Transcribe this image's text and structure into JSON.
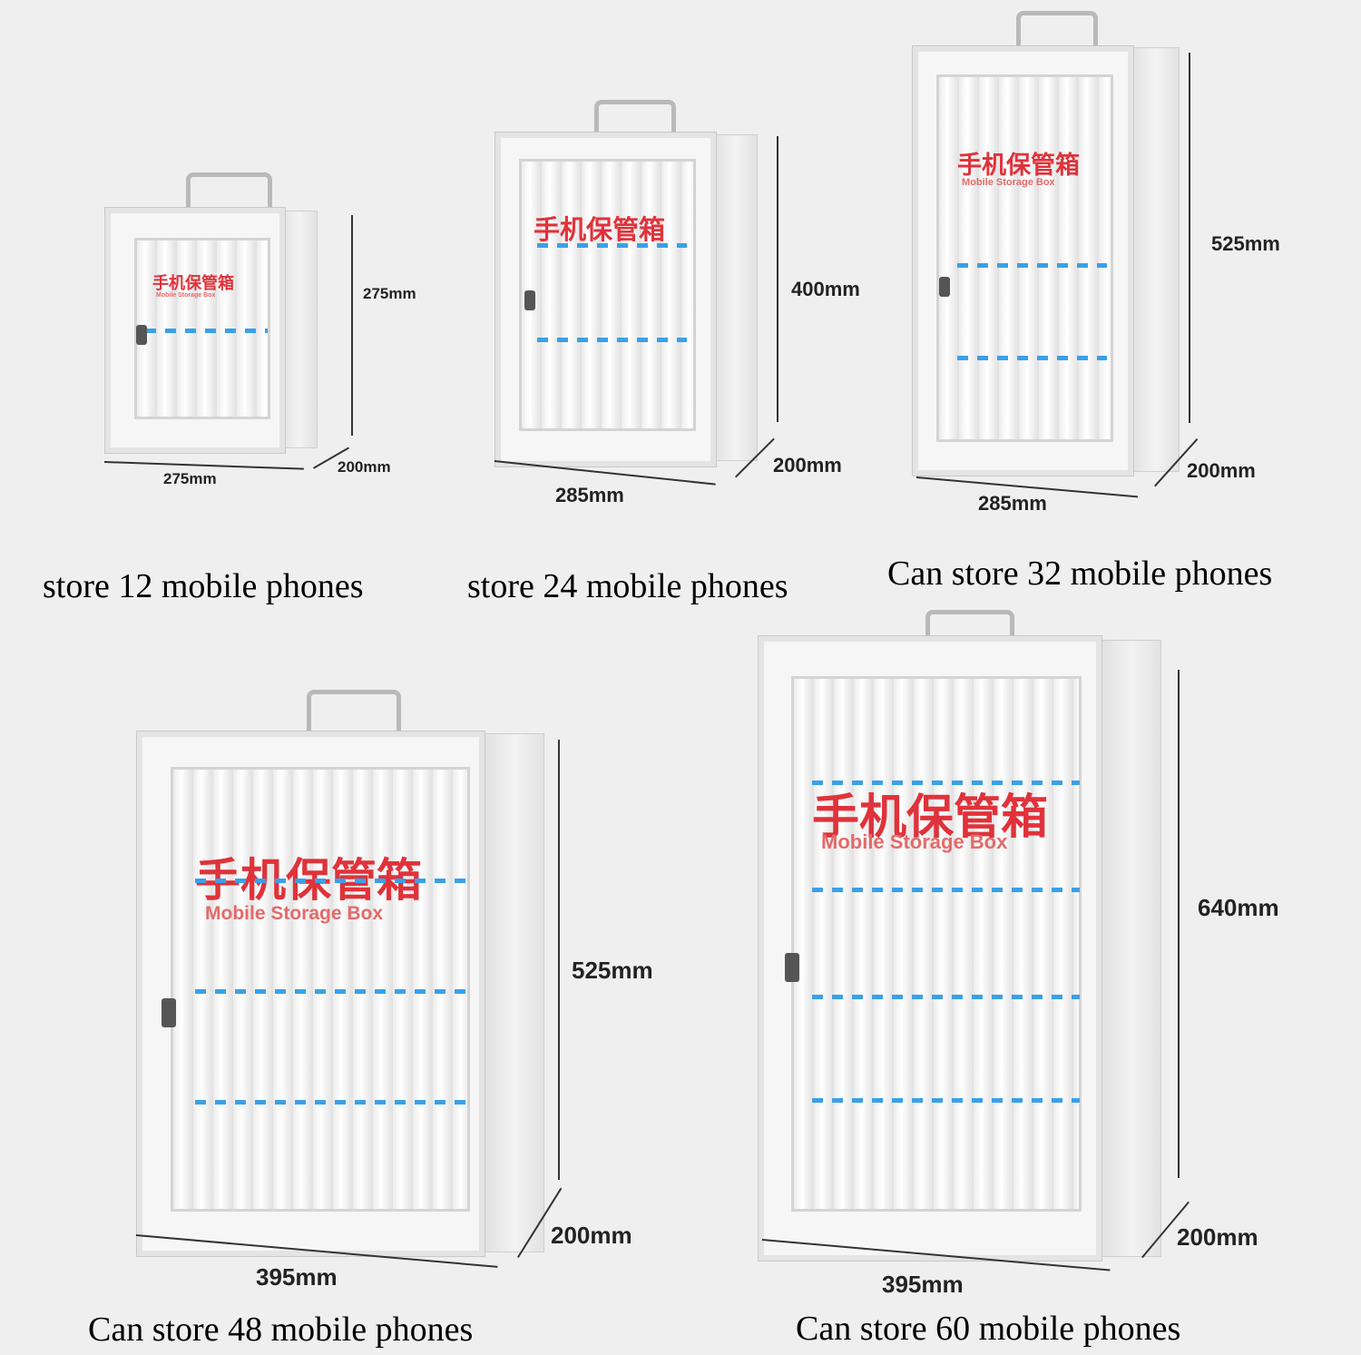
{
  "box_label_cn": "手机保管箱",
  "box_label_en": "Mobile Storage Box",
  "products": [
    {
      "caption": "store 12 mobile phones",
      "height": "275mm",
      "width": "275mm",
      "depth": "200mm"
    },
    {
      "caption": "store 24 mobile phones",
      "height": "400mm",
      "width": "285mm",
      "depth": "200mm"
    },
    {
      "caption": "Can store 32 mobile phones",
      "height": "525mm",
      "width": "285mm",
      "depth": "200mm"
    },
    {
      "caption": "Can store 48 mobile phones",
      "height": "525mm",
      "width": "395mm",
      "depth": "200mm"
    },
    {
      "caption": "Can store 60 mobile phones",
      "height": "640mm",
      "width": "395mm",
      "depth": "200mm"
    }
  ],
  "colors": {
    "label_red": "#e0323a",
    "dash_blue": "#3aa0e8",
    "background": "#efefef"
  }
}
